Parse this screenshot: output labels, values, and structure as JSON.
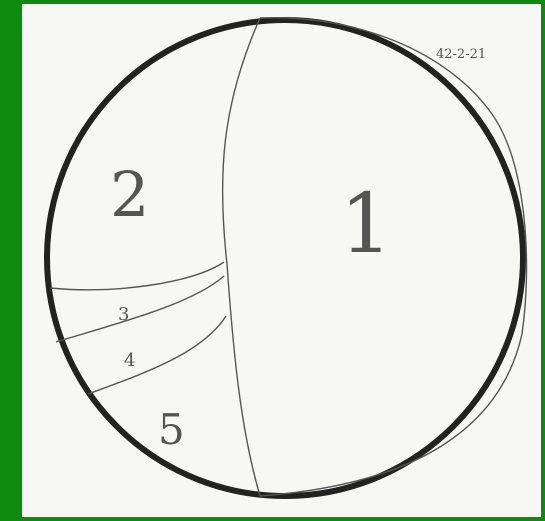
{
  "colors": {
    "frame_green": "#0e8a0e",
    "paper": "#f7f7f5",
    "circle_ink": "#222222",
    "pencil": "#555555"
  },
  "sketch": {
    "code": "42-2-21",
    "regions": [
      {
        "label": "1"
      },
      {
        "label": "2"
      },
      {
        "label": "3"
      },
      {
        "label": "4"
      },
      {
        "label": "5"
      }
    ]
  }
}
